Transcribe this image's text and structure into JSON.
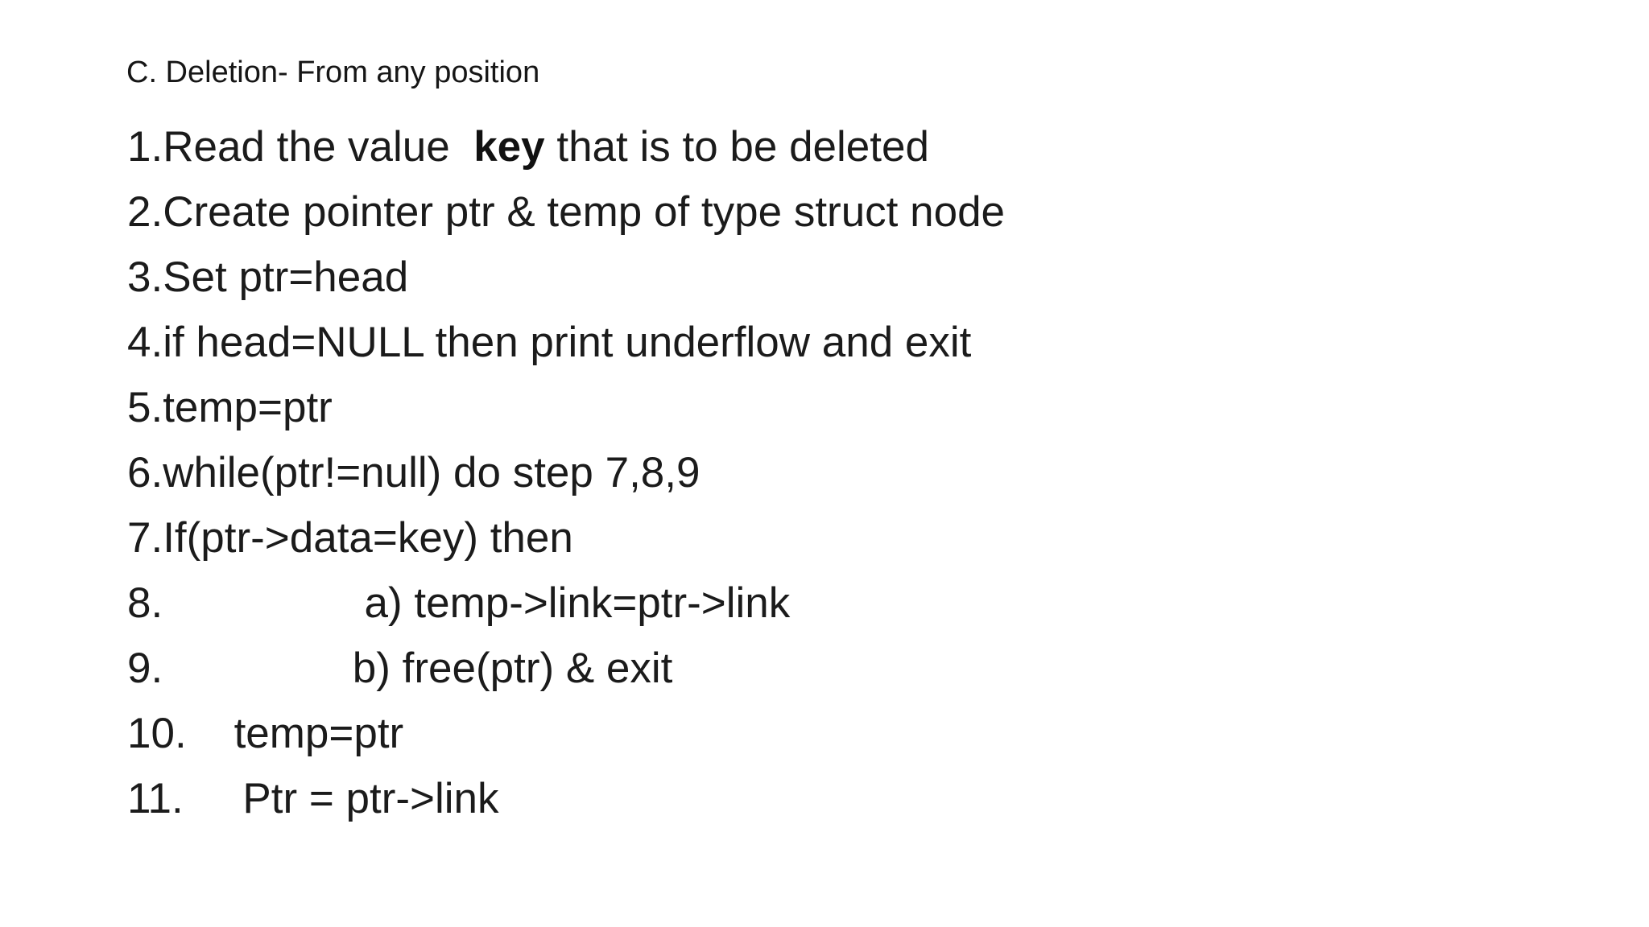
{
  "colors": {
    "background": "#ffffff",
    "text": "#1b1b1b"
  },
  "title": "C. Deletion- From any position",
  "algorithm_steps": [
    {
      "segments": [
        {
          "text": "1.Read the value  ",
          "bold": false
        },
        {
          "text": "key",
          "bold": true
        },
        {
          "text": " that is to be deleted",
          "bold": false
        }
      ]
    },
    {
      "segments": [
        {
          "text": "2.Create pointer ptr & temp of type struct node",
          "bold": false
        }
      ]
    },
    {
      "segments": [
        {
          "text": "3.Set ptr=head",
          "bold": false
        }
      ]
    },
    {
      "segments": [
        {
          "text": "4.if head=NULL then print underflow and exit",
          "bold": false
        }
      ]
    },
    {
      "segments": [
        {
          "text": "5.temp=ptr",
          "bold": false
        }
      ]
    },
    {
      "segments": [
        {
          "text": "6.while(ptr!=null) do step 7,8,9",
          "bold": false
        }
      ]
    },
    {
      "segments": [
        {
          "text": "7.If(ptr->data=key) then",
          "bold": false
        }
      ]
    },
    {
      "segments": [
        {
          "text": "8.                 a) temp->link=ptr->link",
          "bold": false
        }
      ]
    },
    {
      "segments": [
        {
          "text": "9.                b) free(ptr) & exit",
          "bold": false
        }
      ]
    },
    {
      "segments": [
        {
          "text": "10.    temp=ptr",
          "bold": false
        }
      ]
    },
    {
      "segments": [
        {
          "text": "11.     Ptr = ptr->link",
          "bold": false
        }
      ]
    }
  ]
}
